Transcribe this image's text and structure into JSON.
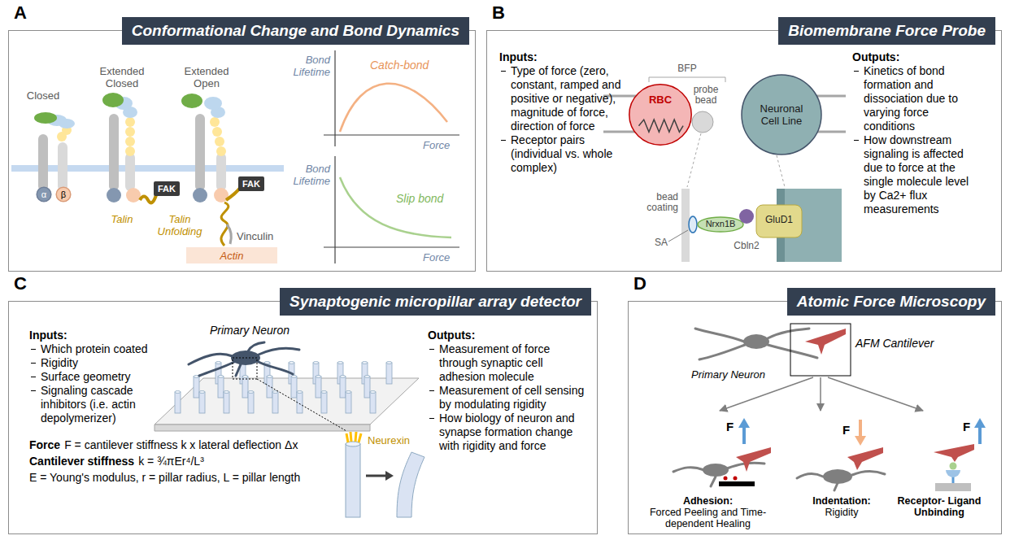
{
  "diagram": {
    "nodes": [
      {
        "text": [
          "A"
        ]
      },
      {
        "text": [
          "Conformational Change and Bond Dynamics"
        ],
        "in": 0
      },
      {
        "text": [
          "α"
        ],
        "in": 0
      },
      {
        "text": [
          "β"
        ],
        "in": 0
      },
      {
        "text": [
          "FAK"
        ],
        "in": 0
      },
      {
        "text": [
          "FAK"
        ],
        "in": 0
      },
      {
        "text": [
          "Actin"
        ],
        "in": 0
      },
      {
        "text": [
          "B"
        ]
      },
      {
        "text": [
          "Biomembrane Force Probe"
        ],
        "in": 7
      },
      {
        "text": [
          "RBC"
        ],
        "in": 7
      },
      {
        "text": [
          "Neuronal Cell Line"
        ],
        "in": 7
      },
      {
        "text": [
          "C"
        ]
      },
      {
        "text": [
          "Synaptogenic micropillar array detector"
        ],
        "in": 11
      },
      {
        "text": [
          "D"
        ]
      },
      {
        "text": [
          "Atomic Force Microscopy"
        ],
        "in": 13
      }
    ],
    "labels": [
      "Closed",
      "Extended Closed",
      "Extended Open",
      "Talin",
      "Talin Unfolding",
      "Vinculin",
      "Bond Lifetime",
      "Force",
      "Catch-bond",
      "Bond Lifetime",
      "Force",
      "Slip bond",
      "Inputs:",
      "Type of force (zero, constant, ramped and positive or negative), magnitude of force, direction of force",
      "Receptor pairs (individual vs. whole complex)",
      "BFP",
      "probe bead",
      "bead coating",
      "SA",
      "Nrxn1B",
      "Cbln2",
      "GluD1",
      "Outputs:",
      "Kinetics of bond formation and dissociation due to varying force conditions",
      "How downstream signaling is affected due to force at the single molecule level by Ca2+ flux measurements",
      "Inputs:",
      "Which protein coated",
      "Rigidity",
      "Surface geometry",
      "Signaling cascade inhibitors (i.e. actin depolymerizer)",
      "Force",
      "F = cantilever stiffness k x lateral deflection Δx",
      "Cantilever stiffness",
      "k = ¾πEr⁴/L³",
      "E = Young's modulus, r = pillar radius, L = pillar length",
      "Primary Neuron",
      "Neurexin",
      "Outputs:",
      "Measurement of force through synaptic cell adhesion molecule",
      "Measurement of cell sensing by modulating rigidity",
      "How biology of neuron and synapse formation change with rigidity and force",
      "AFM Cantilever",
      "Primary Neuron",
      "F",
      "F",
      "F",
      "Adhesion:",
      "Forced Peeling and Time-dependent Healing",
      "Indentation:",
      "Rigidity",
      "Receptor- Ligand Unbinding"
    ]
  }
}
